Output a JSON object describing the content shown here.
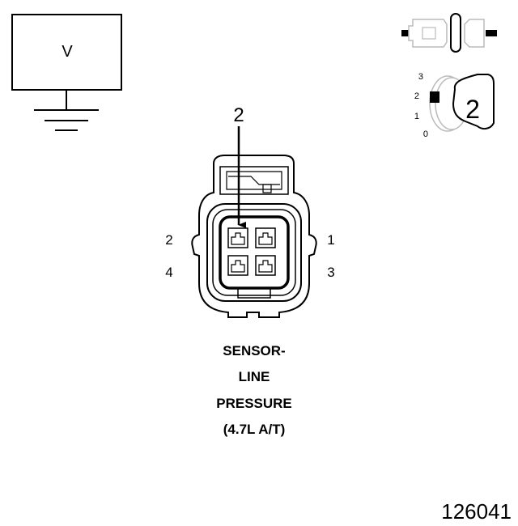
{
  "meter": {
    "label": "V"
  },
  "key_switch": {
    "positions": [
      "3",
      "2",
      "1",
      "0"
    ],
    "position_value": "2"
  },
  "connector": {
    "probe_pin": "2",
    "pin_labels": {
      "left_top": "2",
      "left_bottom": "4",
      "right_top": "1",
      "right_bottom": "3"
    }
  },
  "caption": {
    "lines": [
      "SENSOR-",
      "LINE",
      "PRESSURE",
      "(4.7L A/T)"
    ]
  },
  "figure_number": "126041"
}
